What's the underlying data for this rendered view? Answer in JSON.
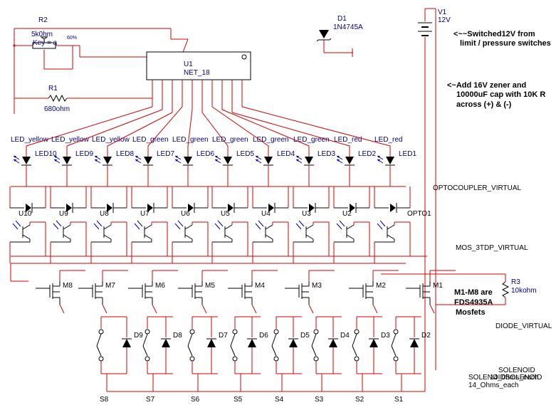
{
  "r2": {
    "name": "R2",
    "value": "5k0hm",
    "key": "Key = a",
    "percent": "60%"
  },
  "r1": {
    "name": "R1",
    "value": "680ohm"
  },
  "u1": {
    "name": "U1",
    "part": "NET_18"
  },
  "d1": {
    "name": "D1",
    "part": "1N4745A"
  },
  "v1": {
    "name": "V1",
    "value": "12V"
  },
  "notes": {
    "switched_line1": "<~~Switched12V from",
    "switched_line2": "limit / pressure switches",
    "zener_line1": "<~Add 16V zener and",
    "zener_line2": "10000uF cap with 10K R",
    "zener_line3": "across (+) & (-)",
    "mosfet_line1": "M1-M8 are",
    "mosfet_line2": "FDS4935A",
    "mosfet_line3": "Mosfets"
  },
  "leds": [
    {
      "color": "LED_yellow",
      "ref": "LED10"
    },
    {
      "color": "LED_yellow",
      "ref": "LED9"
    },
    {
      "color": "LED_yellow",
      "ref": "LED8"
    },
    {
      "color": "LED_green",
      "ref": "LED7"
    },
    {
      "color": "LED_green",
      "ref": "LED6"
    },
    {
      "color": "LED_green",
      "ref": "LED5"
    },
    {
      "color": "LED_green",
      "ref": "LED4"
    },
    {
      "color": "LED_green",
      "ref": "LED3"
    },
    {
      "color": "LED_red",
      "ref": "LED2"
    },
    {
      "color": "LED_red",
      "ref": "LED1"
    }
  ],
  "optos": [
    "U10",
    "U9",
    "U8",
    "U7",
    "U6",
    "U5",
    "U4",
    "U3",
    "U2",
    "OPTO1"
  ],
  "labels": {
    "opto_virtual": "OPTOCOUPLER_VIRTUAL",
    "mos_virtual": "MOS_3TDP_VIRTUAL",
    "diode_virtual": "DIODE_VIRTUAL"
  },
  "mosfets": [
    "M8",
    "M7",
    "M6",
    "M5",
    "M4",
    "M3",
    "M2",
    "M1"
  ],
  "r3": {
    "name": "R3",
    "value": "10kohm"
  },
  "diodes": [
    "D9",
    "D8",
    "D7",
    "D6",
    "D5",
    "D4",
    "D3",
    "D2"
  ],
  "solenoids": [
    "S8",
    "S7",
    "S6",
    "S5",
    "S4",
    "S3",
    "S2",
    "S1"
  ],
  "solenoid_labels": {
    "a": "SOLENOID",
    "b": "SOLENOIDSOLENOID",
    "c": "14_0hms_each",
    "d": "14_Ohms_each"
  }
}
